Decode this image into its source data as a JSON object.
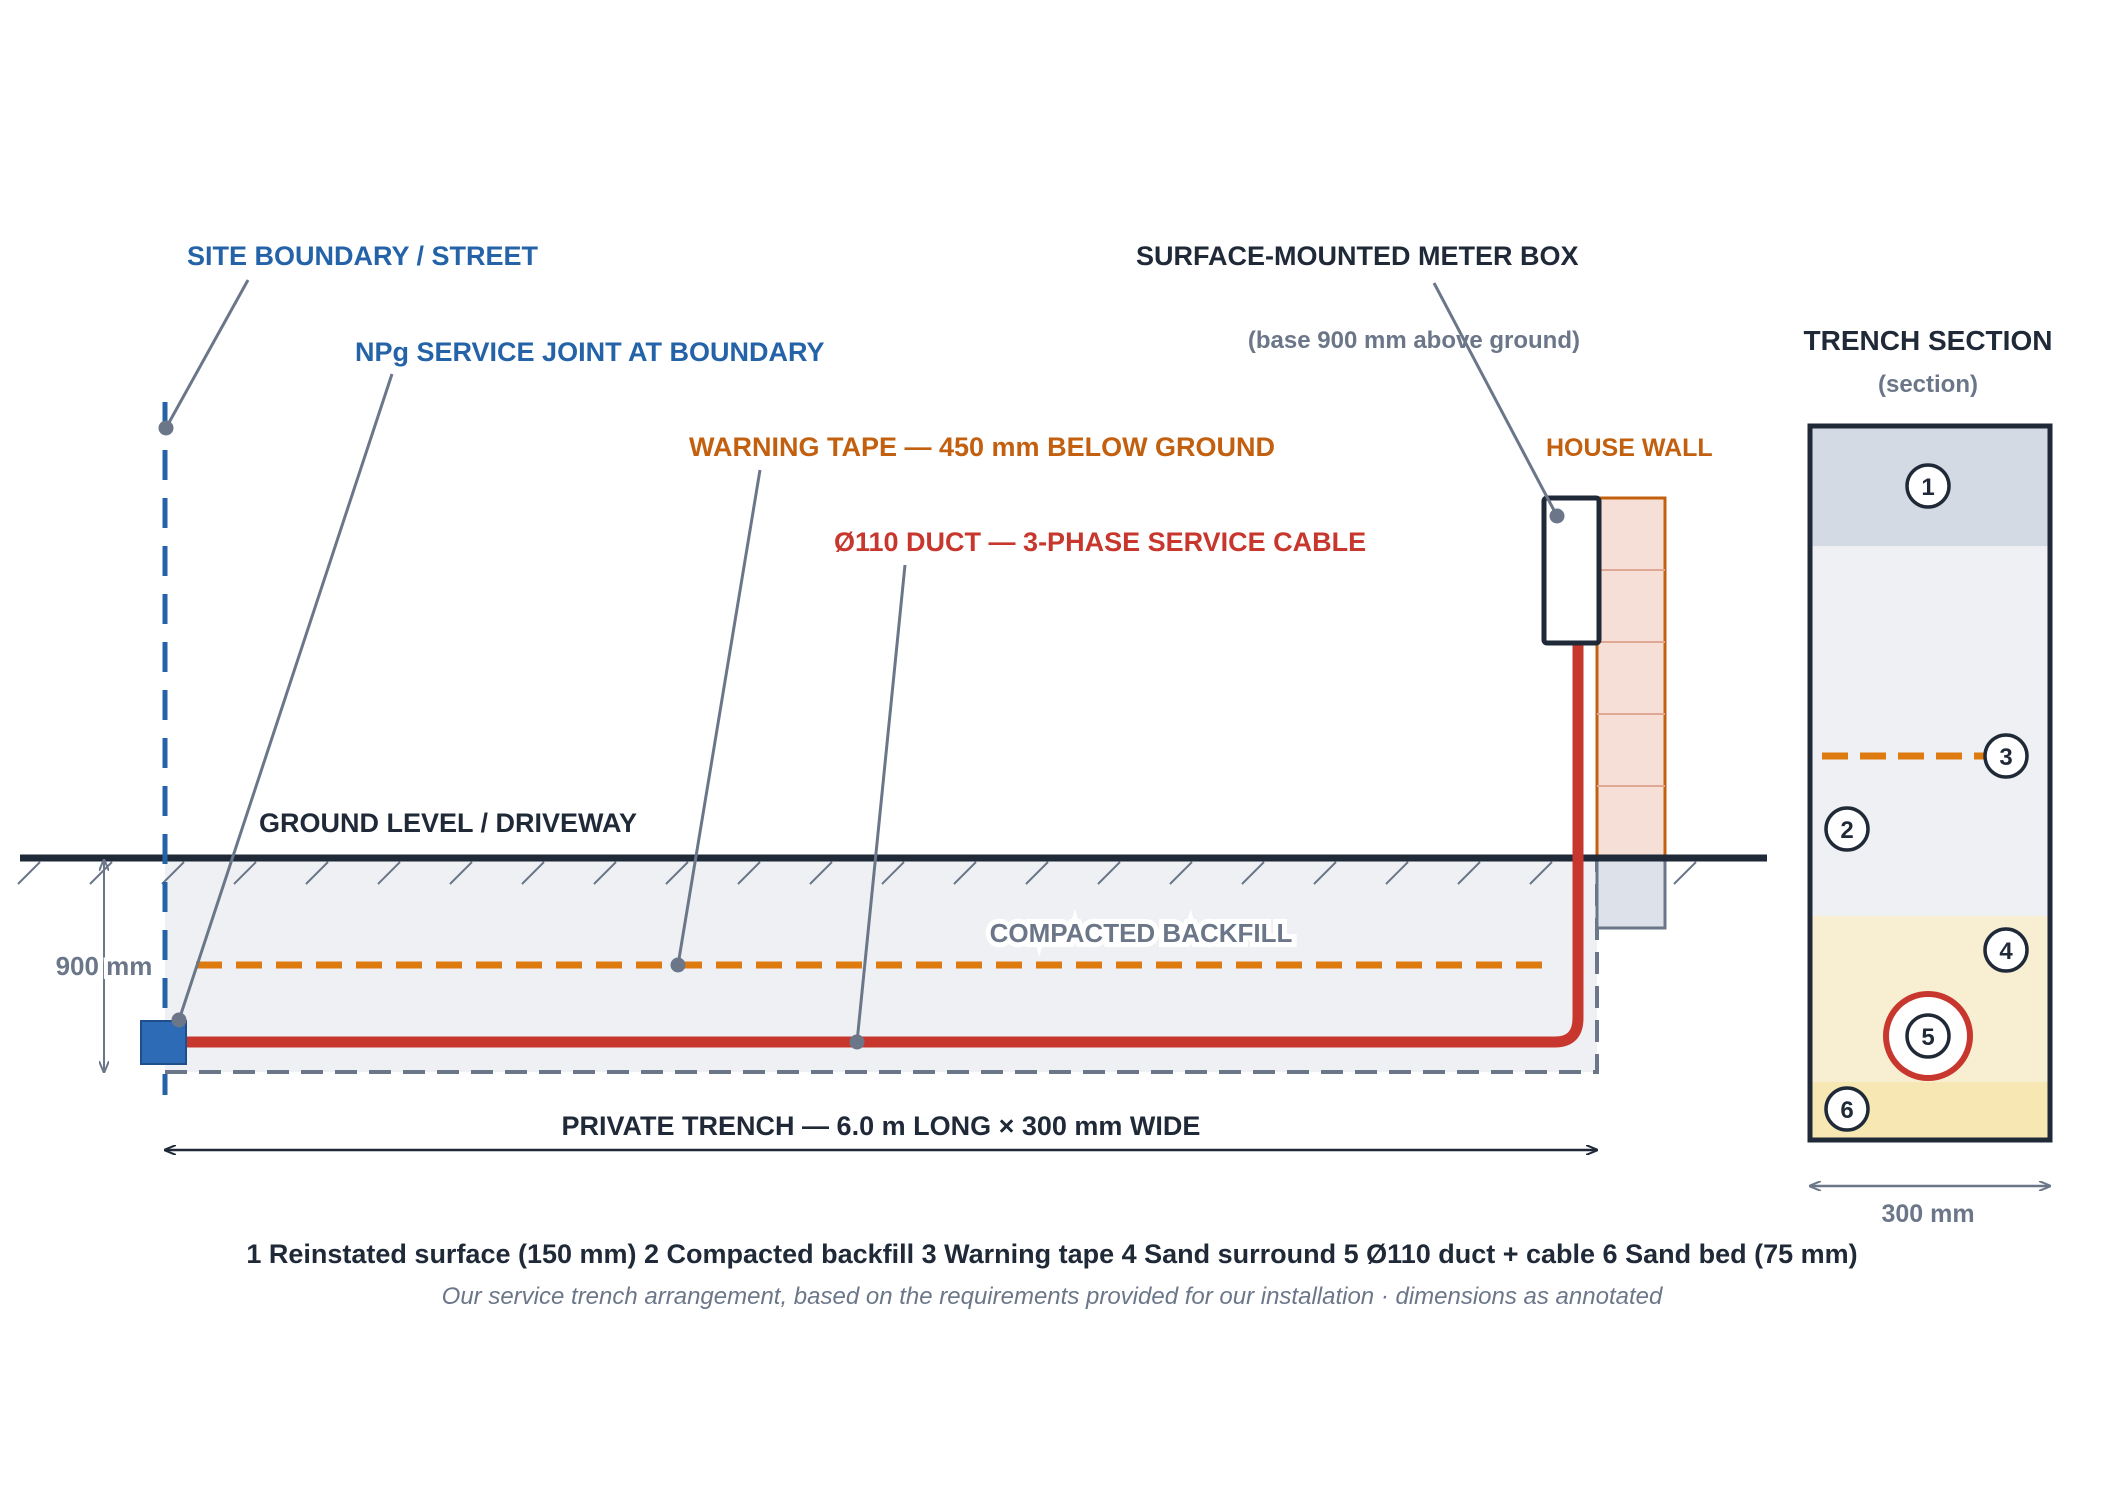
{
  "colors": {
    "navy": "#1f2937",
    "blue": "#2563a8",
    "orange": "#c2600f",
    "orange_tape": "#dd7a10",
    "red": "#c8372d",
    "slate": "#6b7789",
    "backfill": "#eef0f3",
    "surface": "#d4dae3",
    "sand": "#f8efd2",
    "sand_bed": "#f7e7b2",
    "brick": "#f6dfd6",
    "brick_edge": "#c2600f"
  },
  "labels": {
    "site_boundary": "SITE BOUNDARY / STREET",
    "service_joint": "NPg SERVICE JOINT AT BOUNDARY",
    "warning_tape": "WARNING TAPE — 450 mm BELOW GROUND",
    "duct": "Ø110 DUCT — 3-PHASE SERVICE CABLE",
    "meter_box": "SURFACE-MOUNTED METER BOX",
    "meter_box_note": "(base 900 mm above ground)",
    "house_wall": "HOUSE WALL",
    "ground_level": "GROUND LEVEL / DRIVEWAY",
    "compacted_backfill": "COMPACTED BACKFILL",
    "depth": "900 mm",
    "trench_length": "PRIVATE TRENCH — 6.0 m LONG × 300 mm WIDE"
  },
  "section": {
    "title": "TRENCH SECTION",
    "subtitle": "(section)",
    "width_label": "300 mm",
    "markers": [
      "1",
      "2",
      "3",
      "4",
      "5",
      "6"
    ]
  },
  "legend": "1 Reinstated surface (150 mm) 2 Compacted backfill 3 Warning tape 4 Sand surround 5 Ø110 duct + cable 6 Sand bed (75 mm)",
  "caption": "Our service trench arrangement, based on the requirements provided for our installation · dimensions as annotated"
}
